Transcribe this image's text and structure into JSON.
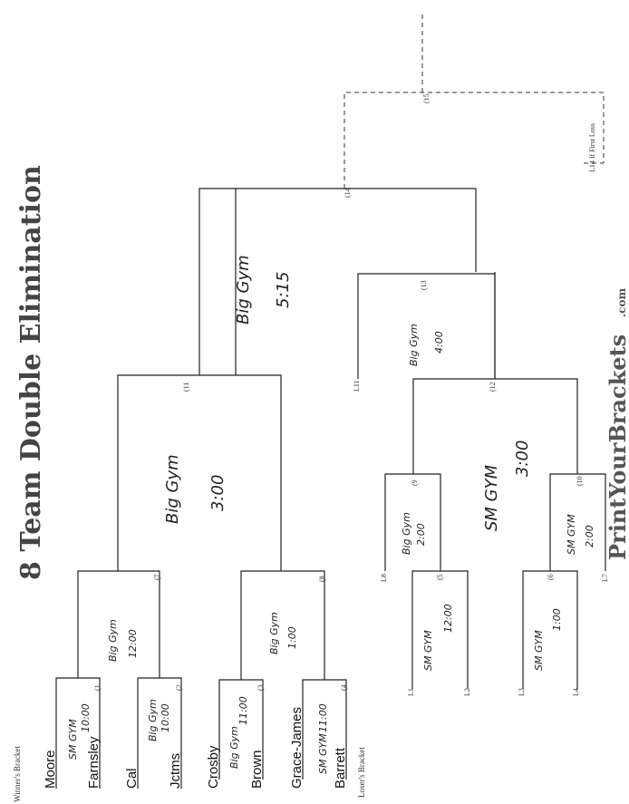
{
  "page": {
    "title": "8 Team Double Elimination",
    "brand_main": "PrintYourBrackets",
    "brand_suffix": ".com",
    "winners_label": "Winner's Bracket",
    "losers_label": "Loser's Bracket",
    "if_first_loss": "L14 If First Loss"
  },
  "teams": [
    "Moore",
    "Farnsley",
    "Cal",
    "Jctms",
    "Crosby",
    "Brown",
    "Grace-James",
    "Barrett"
  ],
  "game_numbers": {
    "g1": "(1",
    "g2": "(2",
    "g3": "(3",
    "g4": "(4",
    "g5": "(5",
    "g6": "(6",
    "g7": "(7",
    "g8": "(8",
    "g9": "(9",
    "g10": "(10",
    "g11": "(11",
    "g12": "(12",
    "g13": "(13",
    "g14": "(14",
    "g15": "(15"
  },
  "loser_slots": [
    "L1",
    "L2",
    "L3",
    "L4",
    "L8",
    "L7",
    "L11"
  ],
  "schedule": {
    "g1_place": "SM GYM",
    "g1_time": "10:00",
    "g2_place": "Big Gym",
    "g2_time": "10:00",
    "g3_place": "Big Gym",
    "g3_time": "11:00",
    "g4_place": "SM GYM",
    "g4_time": "11:00",
    "g5_place": "SM GYM",
    "g5_time": "12:00",
    "g6_place": "SM GYM",
    "g6_time": "1:00",
    "g7_place": "Big Gym",
    "g7_time": "12:00",
    "g8_place": "Big Gym",
    "g8_time": "1:00",
    "g9_place": "Big Gym",
    "g9_time": "2:00",
    "g10_place": "SM GYM",
    "g10_time": "2:00",
    "g11_place": "Big Gym",
    "g11_time": "3:00",
    "g12_place": "SM GYM",
    "g12_time": "3:00",
    "g13_place": "Big Gym",
    "g13_time": "4:00",
    "g14_place": "Big Gym",
    "g14_time": "5:15"
  }
}
